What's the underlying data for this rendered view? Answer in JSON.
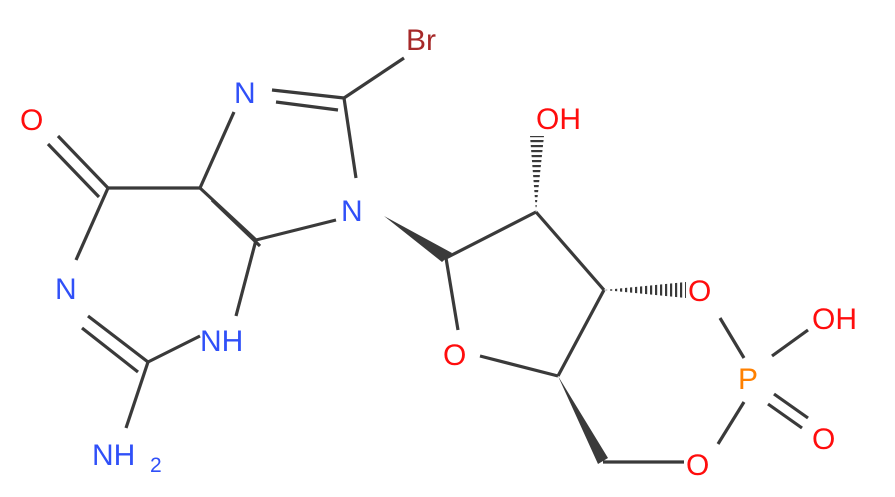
{
  "molecule": {
    "atoms": {
      "bromine": "Br",
      "n7": "N",
      "n9": "N",
      "carbonyl_o": "O",
      "n1": "N",
      "n3_h": "NH",
      "amine_n": "NH",
      "amine_sub": "2",
      "hydroxyl_2": "OH",
      "ring_o": "O",
      "o3": "O",
      "o5": "O",
      "phosphorus": "P",
      "p_hydroxyl": "OH",
      "p_oxo": "O"
    },
    "colors": {
      "bond": "#3a3a3a",
      "nitrogen": "#3050f8",
      "oxygen": "#ff0d0d",
      "bromine": "#a62929",
      "phosphorus": "#ff8000"
    }
  }
}
